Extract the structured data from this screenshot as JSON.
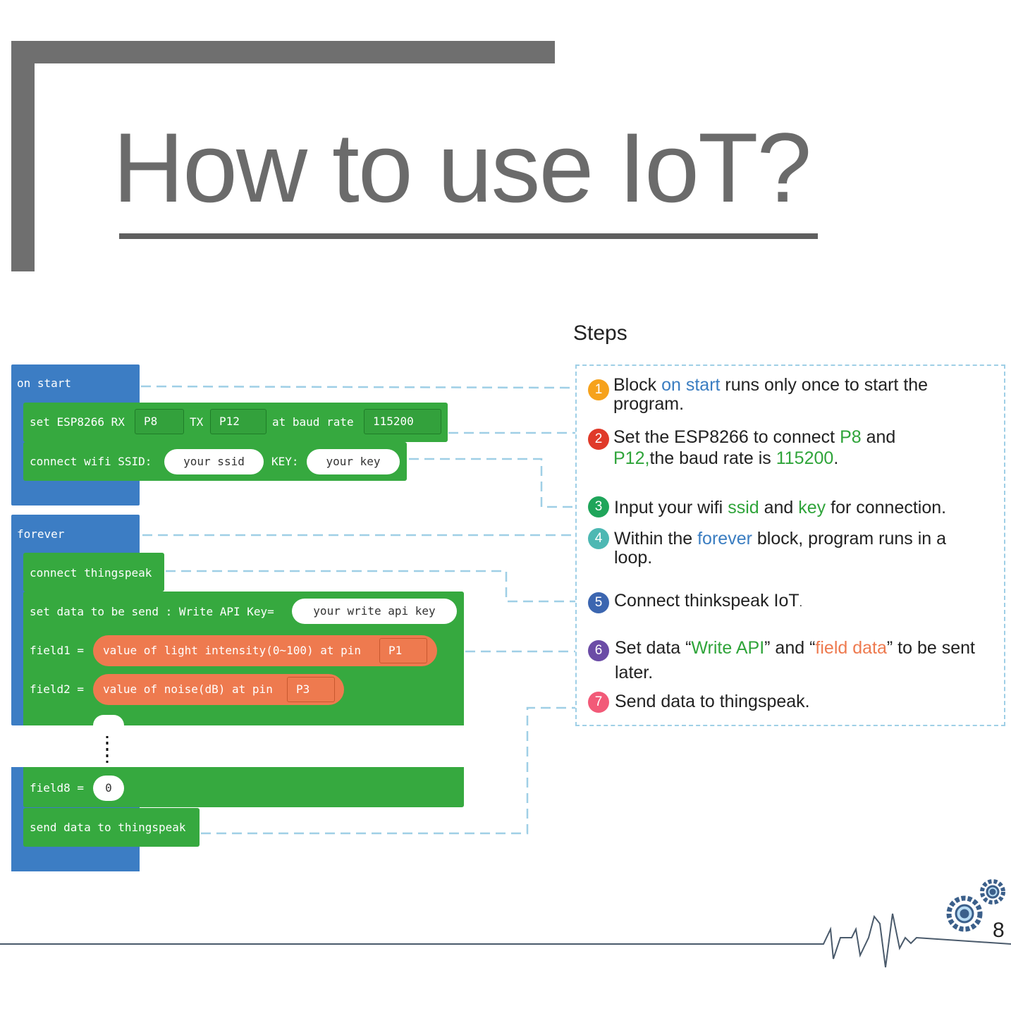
{
  "title": "How to use IoT?",
  "steps_heading": "Steps",
  "page_number": "8",
  "colors": {
    "block_blue": "#3c7dc4",
    "block_green": "#36a93f",
    "block_orange": "#ee7a4f",
    "dash": "#9fcfe6",
    "title_gray": "#6b6b6b"
  },
  "code": {
    "on_start": "on start",
    "set_esp": {
      "label": "set ESP8266 RX",
      "rx": "P8",
      "tx_label": "TX",
      "tx": "P12",
      "baud_label": "at baud rate",
      "baud": "115200"
    },
    "wifi": {
      "label": "connect wifi SSID:",
      "ssid": "your ssid",
      "key_label": "KEY:",
      "key": "your key"
    },
    "forever": "forever",
    "connect_thingspeak": "connect thingspeak",
    "set_data": {
      "label": "set data to be send : Write API Key=",
      "key": "your write api key"
    },
    "field1": {
      "label": "field1 =",
      "value_label": "value of light intensity(0~100) at pin",
      "pin": "P1"
    },
    "field2": {
      "label": "field2 =",
      "value_label": "value of noise(dB) at pin",
      "pin": "P3"
    },
    "field8": {
      "label": "field8 =",
      "value": "0"
    },
    "send": "send data to thingspeak"
  },
  "steps": [
    {
      "num": "1",
      "color": "#f6a21c",
      "parts": [
        "Block ",
        "on start",
        " runs only once to start the program."
      ]
    },
    {
      "num": "2",
      "color": "#e03a2a",
      "parts": [
        "Set the ESP8266 to connect ",
        "P8",
        " and ",
        "P12,",
        "the baud rate is ",
        "115200",
        "."
      ]
    },
    {
      "num": "3",
      "color": "#1fa55a",
      "parts": [
        "Input your wifi ",
        "ssid",
        " and ",
        "key",
        " for connection."
      ]
    },
    {
      "num": "4",
      "color": "#4db8b3",
      "parts": [
        "Within the ",
        "forever",
        " block, program runs in a loop."
      ]
    },
    {
      "num": "5",
      "color": "#3c66b0",
      "parts": [
        "Connect thinkspeak IoT",
        "."
      ]
    },
    {
      "num": "6",
      "color": "#6b4ca6",
      "parts": [
        "Set data “",
        "Write API",
        "” and “",
        "field data",
        "” to be sent later."
      ]
    },
    {
      "num": "7",
      "color": "#f25a78",
      "parts": [
        "Send data to thingspeak."
      ]
    }
  ]
}
